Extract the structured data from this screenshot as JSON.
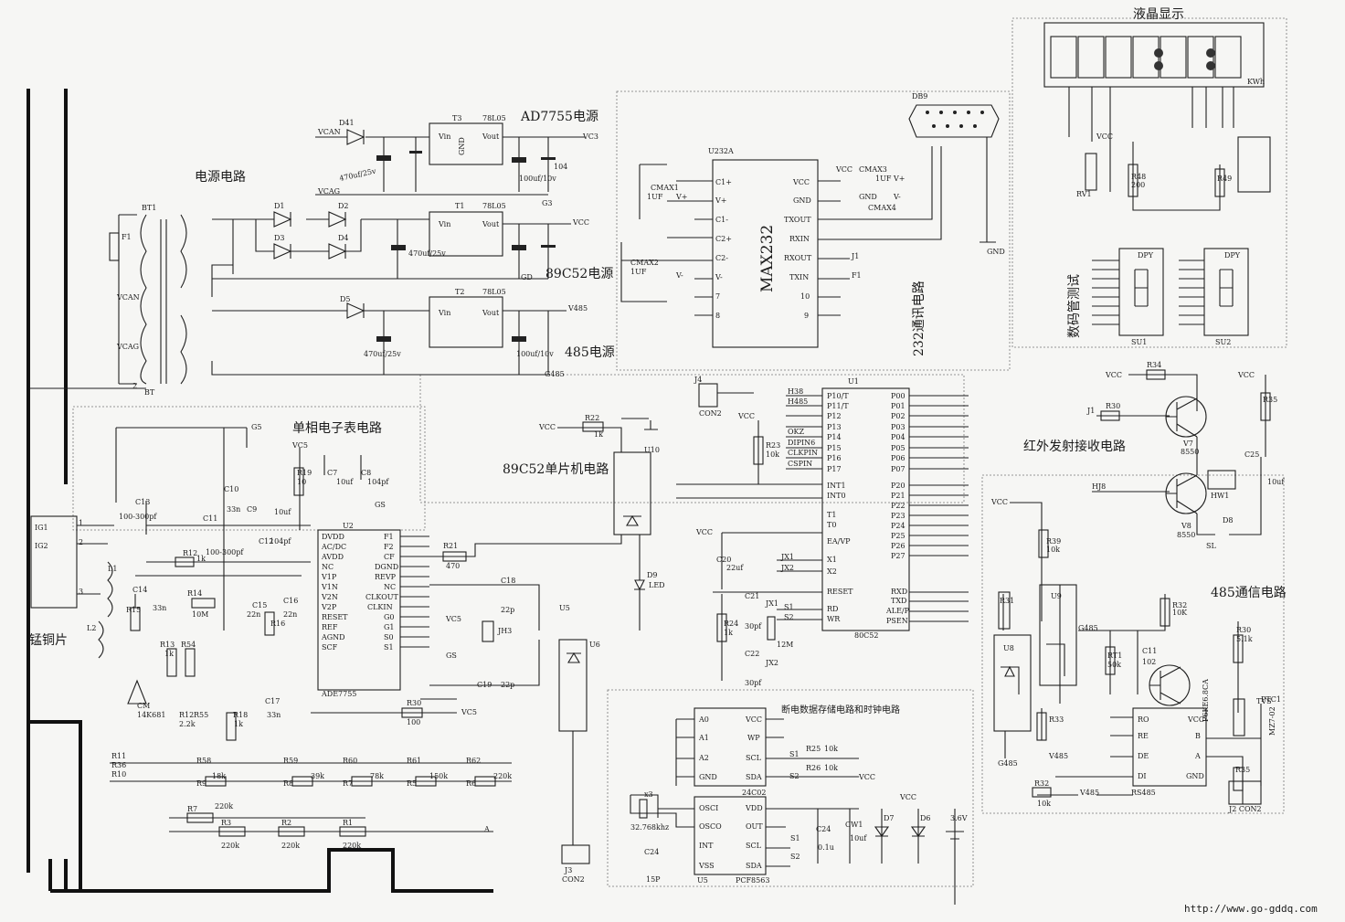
{
  "sections": {
    "power": "电源电路",
    "ad_power": "AD7755电源",
    "mcu_power": "89C52电源",
    "rs485_power": "485电源",
    "meter": "单相电子表电路",
    "mcu": "89C52单片机电路",
    "rs232": "232通讯电路",
    "lcd": "液晶显示",
    "seg_test": "数码管测试",
    "ir": "红外发射接收电路",
    "rs485": "485通信电路",
    "eeprom": "断电数据存储电路和时钟电路",
    "shunt": "锰铜片"
  },
  "chips": {
    "max232": "MAX232",
    "ade": "ADE7755",
    "mcu": "80C52",
    "rtc": "PCF8563",
    "rs485": "RS485",
    "reg": "78L05"
  },
  "labels": {
    "url": "http://www.go-gddq.com",
    "vcan": "VCAN",
    "vcag": "VCAG",
    "vcc": "VCC",
    "gnd": "GND",
    "v485": "V485",
    "g485": "G485",
    "g5": "G5",
    "vc5": "VC5",
    "gs": "GS",
    "db9": "DB9",
    "bt": "BT",
    "con2": "CON2",
    "kwh": "KWh",
    "dpy": "DPY",
    "u232a": "U232A"
  },
  "max232_pins_left": [
    "C1+",
    "V+",
    "C1-",
    "C2+",
    "C2-",
    "V-",
    "7",
    "8"
  ],
  "max232_pins_right": [
    "VCC",
    "GND",
    "TXOUT",
    "RXIN",
    "RXOUT",
    "TXIN",
    "10",
    "9"
  ],
  "ade_pins_left": [
    "DVDD",
    "AC/DC",
    "AVDD",
    "NC",
    "V1P",
    "V1N",
    "V2N",
    "V2P",
    "RESET",
    "REF",
    "AGND",
    "SCF"
  ],
  "ade_pins_right": [
    "F1",
    "F2",
    "CF",
    "DGND",
    "REVP",
    "NC",
    "CLKOUT",
    "CLKIN",
    "G0",
    "G1",
    "S0",
    "S1"
  ],
  "mcu_pins_left": [
    "P10/T",
    "P11/T",
    "P12",
    "P13",
    "P14",
    "P15",
    "P16",
    "P17",
    "INT1",
    "INT0",
    "T1",
    "T0",
    "EA/VP",
    "X1",
    "X2",
    "RESET",
    "RD",
    "WR"
  ],
  "mcu_pins_right": [
    "P00",
    "P01",
    "P02",
    "P03",
    "P04",
    "P05",
    "P06",
    "P07",
    "P20",
    "P21",
    "P22",
    "P23",
    "P24",
    "P25",
    "P26",
    "P27",
    "RXD",
    "TXD",
    "ALE/P",
    "PSEN"
  ],
  "eeprom_left": [
    "A0",
    "A1",
    "A2",
    "GND"
  ],
  "eeprom_right": [
    "VCC",
    "WP",
    "SCL",
    "SDA"
  ],
  "rtc_left": [
    "OSCI",
    "OSCO",
    "INT",
    "VSS"
  ],
  "rtc_right": [
    "VDD",
    "OUT",
    "SCL",
    "SDA"
  ],
  "rs485_left": [
    "RO",
    "RE",
    "DE",
    "DI"
  ],
  "rs485_right": [
    "VCC",
    "B",
    "A",
    "GND"
  ],
  "components": {
    "r_series": [
      "R11",
      "R36",
      "R10",
      "R9",
      "R8",
      "R7",
      "R6",
      "R5"
    ],
    "d_labels": [
      "D1",
      "D2",
      "D3",
      "D4",
      "D5"
    ],
    "cap_c1": "470uf/25v",
    "cap_104": "104",
    "cap_10uf": "10uf",
    "r_10k": "10k",
    "r_220k": "220k",
    "xtal": "12M",
    "xtal32": "32.768khz"
  }
}
